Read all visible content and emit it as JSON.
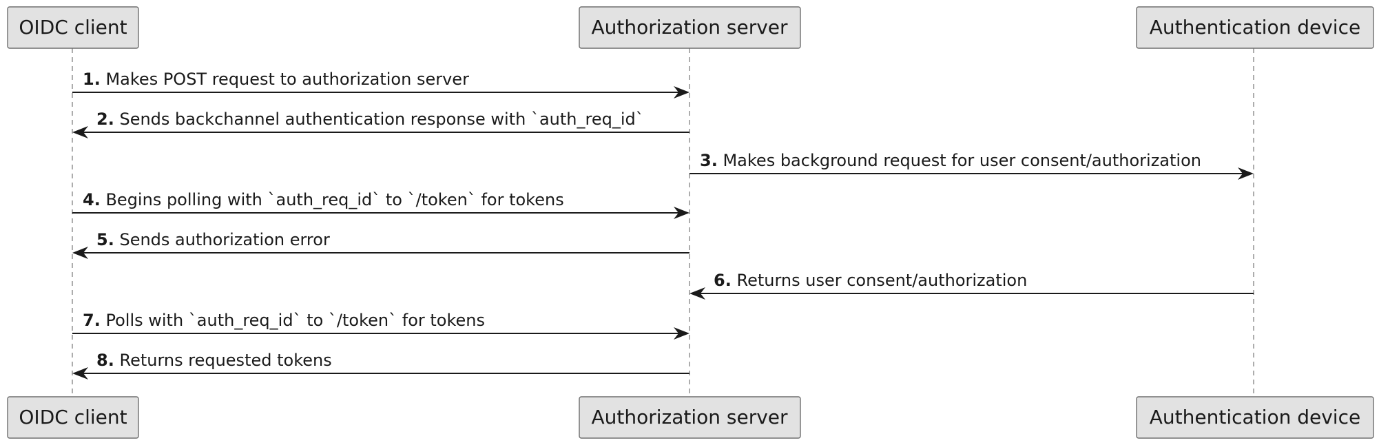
{
  "participants": [
    {
      "id": "client",
      "label": "OIDC client"
    },
    {
      "id": "authz",
      "label": "Authorization server"
    },
    {
      "id": "device",
      "label": "Authentication device"
    }
  ],
  "messages": [
    {
      "num": "1.",
      "from": "client",
      "to": "authz",
      "text": "Makes POST request to authorization server"
    },
    {
      "num": "2.",
      "from": "authz",
      "to": "client",
      "text": "Sends backchannel authentication response with `auth_req_id`"
    },
    {
      "num": "3.",
      "from": "authz",
      "to": "device",
      "text": "Makes background request for user consent/authorization"
    },
    {
      "num": "4.",
      "from": "client",
      "to": "authz",
      "text": "Begins polling with `auth_req_id` to `/token` for tokens"
    },
    {
      "num": "5.",
      "from": "authz",
      "to": "client",
      "text": "Sends authorization error"
    },
    {
      "num": "6.",
      "from": "device",
      "to": "authz",
      "text": "Returns user consent/authorization"
    },
    {
      "num": "7.",
      "from": "client",
      "to": "authz",
      "text": "Polls with `auth_req_id` to `/token` for tokens"
    },
    {
      "num": "8.",
      "from": "authz",
      "to": "client",
      "text": "Returns requested tokens"
    }
  ],
  "colors": {
    "box_fill": "#e2e2e2",
    "box_stroke": "#6e6e6e",
    "line": "#1a1a1a",
    "lifeline": "#8a8a8a"
  }
}
